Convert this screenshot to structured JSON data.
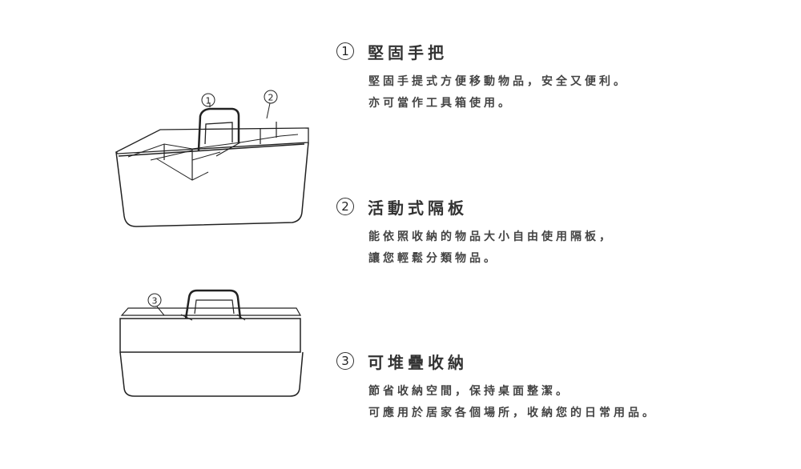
{
  "callouts": [
    "1",
    "2",
    "3"
  ],
  "features": [
    {
      "number": "1",
      "title": "堅固手把",
      "lines": [
        "堅固手提式方便移動物品，安全又便利。",
        "亦可當作工具箱使用。"
      ]
    },
    {
      "number": "2",
      "title": "活動式隔板",
      "lines": [
        "能依照收納的物品大小自由使用隔板，",
        "讓您輕鬆分類物品。"
      ]
    },
    {
      "number": "3",
      "title": "可堆疊收納",
      "lines": [
        "節省收納空間，保持桌面整潔。",
        "可應用於居家各個場所，收納您的日常用品。"
      ]
    }
  ]
}
